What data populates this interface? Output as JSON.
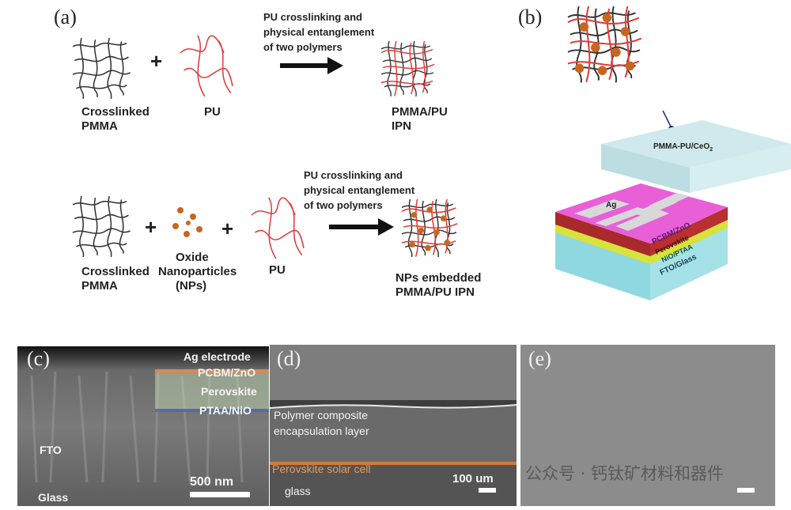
{
  "panel_a": {
    "label": "(a)",
    "row1": {
      "component1": [
        "Crosslinked",
        "PMMA"
      ],
      "component2": "PU",
      "arrow_text": [
        "PU crosslinking and",
        "physical entanglement",
        "of two polymers"
      ],
      "product": [
        "PMMA/PU",
        "IPN"
      ]
    },
    "row2": {
      "component1": [
        "Crosslinked",
        "PMMA"
      ],
      "component2": [
        "Oxide",
        "Nanoparticles",
        "(NPs)"
      ],
      "component3": "PU",
      "arrow_text": [
        "PU crosslinking and",
        "physical entanglement",
        "of two polymers"
      ],
      "product": [
        "NPs embedded",
        "PMMA/PU IPN"
      ]
    },
    "plus": "+"
  },
  "panel_b": {
    "label": "(b)",
    "encapsulation": "PMMA-PU/CeO",
    "encapsulation_sub": "2",
    "layers": [
      "Ag",
      "PCBM/ZnO",
      "Perovskite",
      "NiO/PTAA",
      "FTO/Glass"
    ],
    "colors": {
      "encap": "#cfe9ec",
      "pcbm": "#e85fd8",
      "perovskite": "#a82a2a",
      "nio": "#d7e23a",
      "fto": "#8fd8df",
      "ag": "#d8d8d8"
    }
  },
  "panel_c": {
    "label": "(c)",
    "labels": [
      "Ag electrode",
      "PCBM/ZnO",
      "Perovskite",
      "PTAA/NiO",
      "FTO",
      "Glass"
    ],
    "scale_bar": "500 nm"
  },
  "panel_d": {
    "label": "(d)",
    "labels": [
      "Polymer composite",
      "encapsulation layer",
      "Perovskite solar cell",
      "glass"
    ],
    "scale_bar": "100 um"
  },
  "panel_e": {
    "label": "(e)"
  },
  "watermark": "公众号 · 钙钛矿材料和器件"
}
